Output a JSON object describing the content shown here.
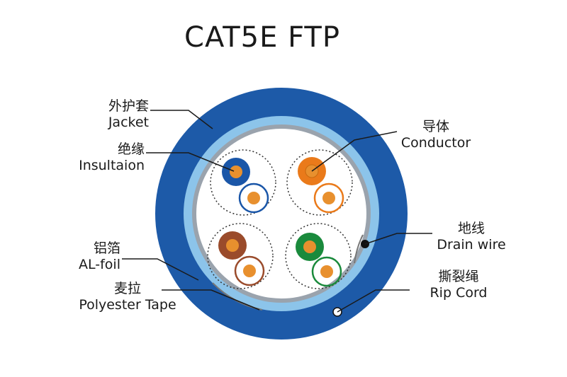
{
  "title": "CAT5E  FTP",
  "labels": {
    "jacket": {
      "zh": "外护套",
      "en": "Jacket"
    },
    "insulation": {
      "zh": "绝缘",
      "en": "Insultaion"
    },
    "al_foil": {
      "zh": "铝箔",
      "en": "AL-foil"
    },
    "polyester_tape": {
      "zh": "麦拉",
      "en": "Polyester Tape"
    },
    "conductor": {
      "zh": "导体",
      "en": "Conductor"
    },
    "drain_wire": {
      "zh": "地线",
      "en": "Drain wire"
    },
    "rip_cord": {
      "zh": "撕裂绳",
      "en": "Rip  Cord"
    }
  },
  "colors": {
    "jacket": "#1d5aa8",
    "jacket_inner": "#8cc4ea",
    "foil": "#a6a6a6",
    "copper": "#e8902e",
    "pair_blue": "#1a56a8",
    "pair_orange": "#ea7a1a",
    "pair_brown": "#9a4b2b",
    "pair_green": "#1a8a3c"
  }
}
